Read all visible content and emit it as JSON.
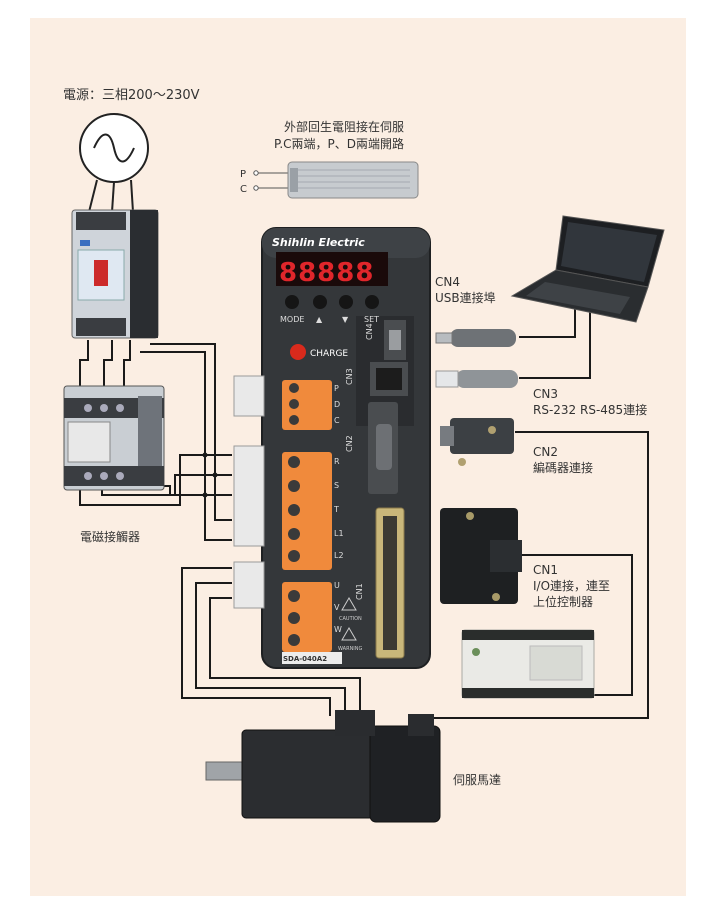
{
  "power_label": "電源：三相200～230V",
  "regen": {
    "line1": "外部回生電阻接在伺服",
    "line2": "P.C兩端，P、D兩端開路",
    "p": "P",
    "c": "C"
  },
  "drive": {
    "brand": "Shihlin Electric",
    "display": "88888",
    "buttons": [
      "MODE",
      "▲",
      "▼",
      "SET"
    ],
    "charge": "CHARGE",
    "model": "SDA-040A2",
    "ports": {
      "cn4": "CN4",
      "cn3": "CN3",
      "cn2": "CN2",
      "cn1": "CN1"
    },
    "terminals_top": [
      "P",
      "D",
      "C"
    ],
    "terminals_mid": [
      "R",
      "S",
      "T",
      "L1",
      "L2"
    ],
    "terminals_bot": [
      "U",
      "V",
      "W"
    ],
    "caution": "CAUTION",
    "warning": "WARNING"
  },
  "labels": {
    "cn4": {
      "title": "CN4",
      "desc": "USB連接埠"
    },
    "cn3": {
      "title": "CN3",
      "desc": "RS-232 RS-485連接"
    },
    "cn2": {
      "title": "CN2",
      "desc": "編碼器連接"
    },
    "cn1": {
      "title": "CN1",
      "desc1": "I/O連接，連至",
      "desc2": "上位控制器"
    },
    "contactor": "電磁接觸器",
    "motor": "伺服馬達"
  },
  "colors": {
    "panel": "#fbeee3",
    "drive": "#34373a",
    "led": "#e0262b",
    "charge": "#d92a1c",
    "terminal": "#f08a3c",
    "wire": "#1a1a1a"
  }
}
